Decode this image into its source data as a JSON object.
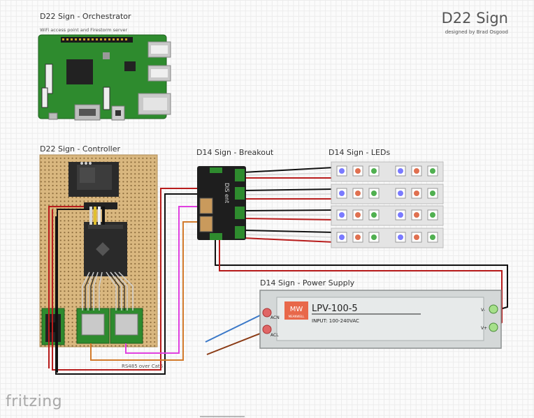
{
  "header": {
    "title": "D22 Sign",
    "byline": "designed by Brad Osgood"
  },
  "orchestrator": {
    "label": "D22 Sign - Orchestrator",
    "sublabel": "WiFi access point and Firestorm server"
  },
  "controller": {
    "label": "D22 Sign - Controller"
  },
  "breakout": {
    "label": "D14 Sign - Breakout",
    "board_text": "DiS ent"
  },
  "leds": {
    "label": "D14 Sign - LEDs"
  },
  "power": {
    "label": "D14 Sign - Power Supply",
    "brand": "MW",
    "brand_sub": "MEANWELL",
    "model": "LPV-100-5",
    "input": "INPUT: 100-240VAC",
    "terminals": {
      "acn": "ACN",
      "acl": "ACL",
      "vminus": "V-",
      "vplus": "V+"
    }
  },
  "cable_note": "RS485 over Cat6",
  "footer": {
    "brand": "fritzing"
  },
  "colors": {
    "pcb_green": "#2e8b2e",
    "perfboard": "#d9b77f",
    "wire_red": "#b81c1c",
    "wire_black": "#111111",
    "wire_magenta": "#e040e0",
    "wire_orange": "#d27a2a",
    "wire_blue": "#3a78c8",
    "wire_brown": "#8a3a14",
    "psu_body": "#d4d8d8"
  }
}
